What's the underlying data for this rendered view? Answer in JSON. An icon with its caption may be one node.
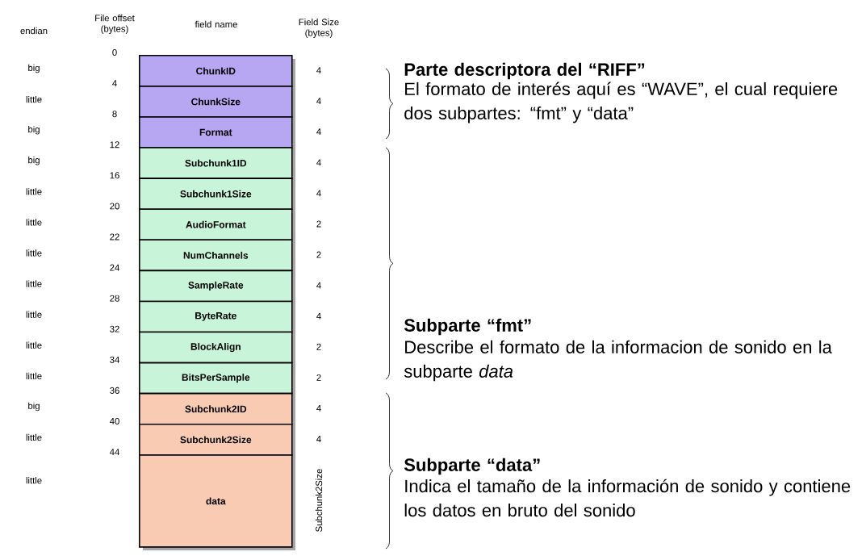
{
  "diagram": {
    "nodes": [
      {
        "text": [
          "ChunkID"
        ],
        "beside": [
          "0",
          "4"
        ]
      },
      {
        "text": [
          "ChunkSize"
        ],
        "beside": [
          "4",
          "4"
        ]
      },
      {
        "text": [
          "Format"
        ],
        "beside": [
          "8",
          "4"
        ]
      },
      {
        "text": [
          "Subchunk1ID"
        ],
        "beside": [
          "12",
          "4"
        ]
      },
      {
        "text": [
          "Subchunk1Size"
        ],
        "beside": [
          "16",
          "4"
        ]
      },
      {
        "text": [
          "AudioFormat"
        ],
        "beside": [
          "20",
          "2"
        ]
      },
      {
        "text": [
          "NumChannels"
        ],
        "beside": [
          "22",
          "2"
        ]
      },
      {
        "text": [
          "SampleRate"
        ],
        "beside": [
          "24",
          "4"
        ]
      },
      {
        "text": [
          "ByteRate"
        ],
        "beside": [
          "28",
          "4"
        ]
      },
      {
        "text": [
          "BlockAlign"
        ],
        "beside": [
          "32",
          "2"
        ]
      },
      {
        "text": [
          "BitsPerSample"
        ],
        "beside": [
          "34",
          "2"
        ]
      },
      {
        "text": [
          "Subchunk2ID"
        ],
        "beside": [
          "36",
          "4"
        ]
      },
      {
        "text": [
          "Subchunk2Size"
        ],
        "beside": [
          "40",
          "4"
        ]
      },
      {
        "text": [
          "data"
        ],
        "beside": [
          "44",
          "Subchunk2Size"
        ]
      }
    ],
    "labels": [
      "endian",
      "File offset (bytes)",
      "field name",
      "Field Size (bytes)",
      "big",
      "little",
      "big",
      "big",
      "little",
      "little",
      "little",
      "little",
      "little",
      "little",
      "little",
      "big",
      "little",
      "little",
      "Parte descriptora del “RIFF”",
      "El formato de interés aquí es “WAVE”, el cual requiere dos subpartes: “fmt” y “data”",
      "Subparte “fmt”",
      "Describe el formato de la informacion de sonido en la subparte *data*",
      "Subparte “data”",
      "Indica el tamaño de la información de sonido y contiene los datos en bruto del sonido"
    ]
  }
}
